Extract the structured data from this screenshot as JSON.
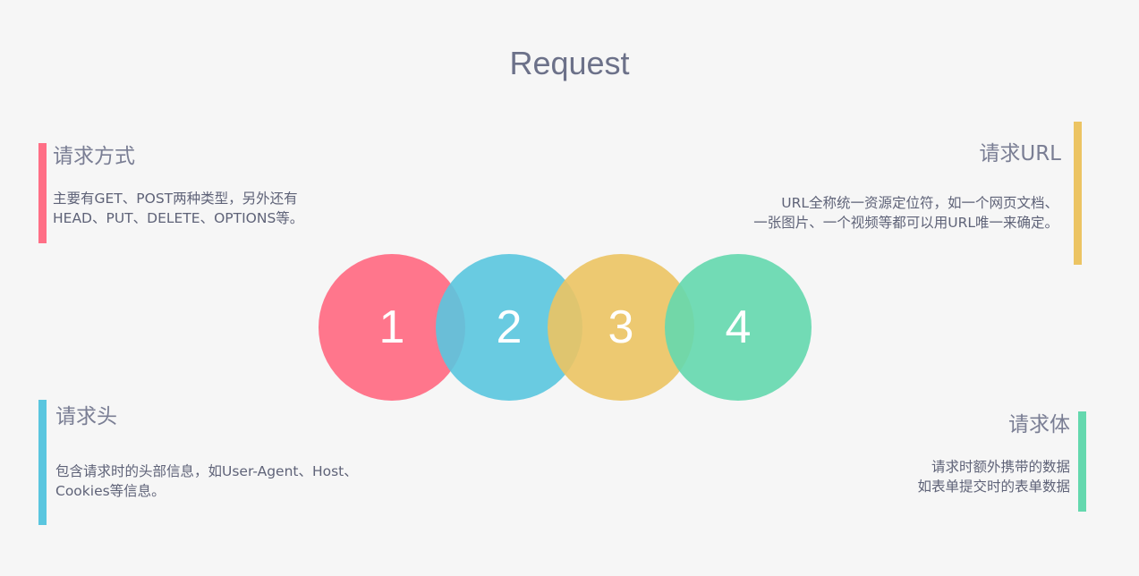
{
  "title": "Request",
  "colors": {
    "red": "#ff6f86",
    "blue": "#5ac6df",
    "yellow": "#ecc463",
    "green": "#64d8ae"
  },
  "circles": [
    {
      "label": "1",
      "color": "#ff6f86"
    },
    {
      "label": "2",
      "color": "#5ac6df"
    },
    {
      "label": "3",
      "color": "#ecc463"
    },
    {
      "label": "4",
      "color": "#64d8ae"
    }
  ],
  "sections": {
    "method": {
      "heading": "请求方式",
      "lines": [
        "主要有GET、POST两种类型，另外还有",
        "HEAD、PUT、DELETE、OPTIONS等。"
      ]
    },
    "url": {
      "heading": "请求URL",
      "lines": [
        "URL全称统一资源定位符，如一个网页文档、",
        "一张图片、一个视频等都可以用URL唯一来确定。"
      ]
    },
    "headers": {
      "heading": "请求头",
      "lines": [
        "包含请求时的头部信息，如User-Agent、Host、",
        "Cookies等信息。"
      ]
    },
    "body": {
      "heading": "请求体",
      "lines": [
        "请求时额外携带的数据",
        "如表单提交时的表单数据"
      ]
    }
  }
}
